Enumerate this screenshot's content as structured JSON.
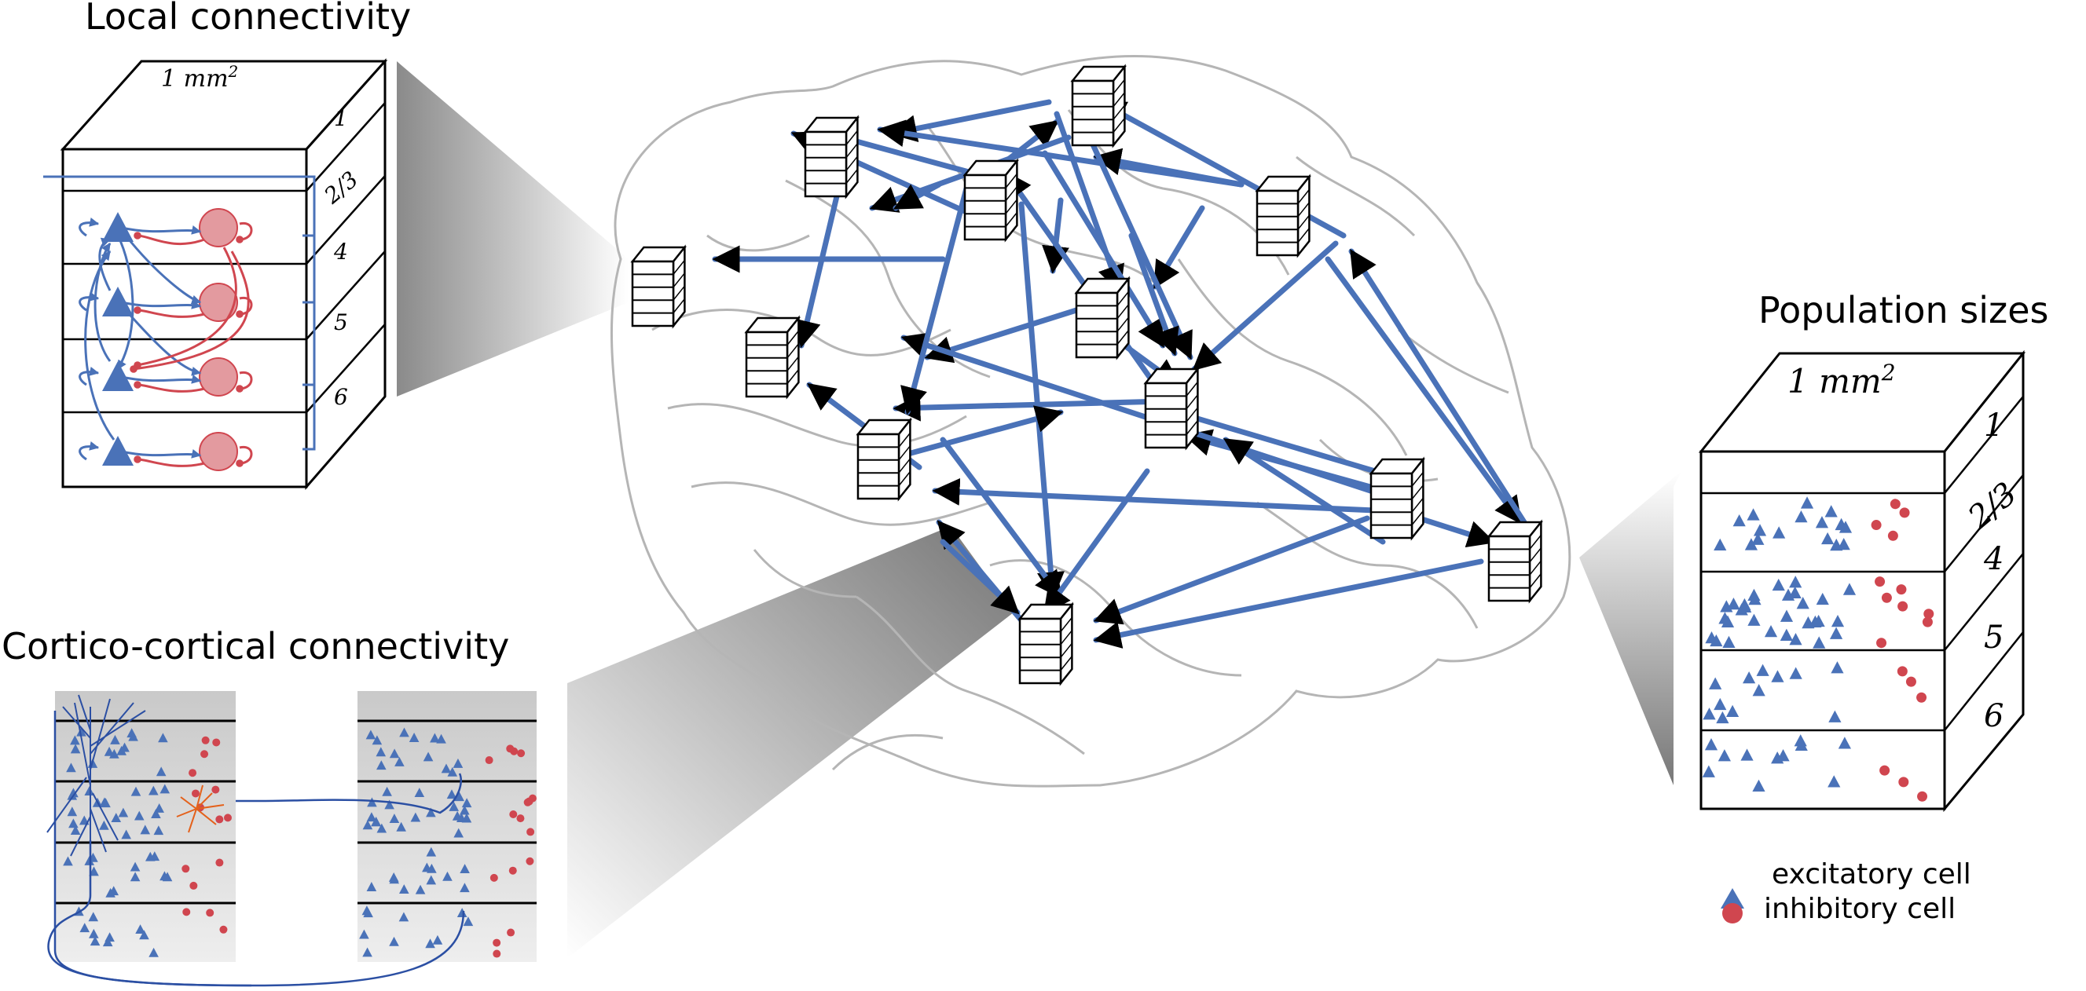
{
  "titles": {
    "local": "Local connectivity",
    "cortico": "Cortico-cortical connectivity",
    "population": "Population sizes"
  },
  "column_label": "1 mm",
  "column_label_exp": "2",
  "layers": [
    "1",
    "2/3",
    "4",
    "5",
    "6"
  ],
  "legend": {
    "excitatory": "excitatory cell",
    "inhibitory": "inhibitory cell"
  },
  "colors": {
    "excitatory": "#4a72b8",
    "inhibitory": "#d0464f",
    "arrow": "#4a72b8",
    "brain_outline": "#b5b5b5",
    "neuron_highlight": "#e4611b"
  }
}
